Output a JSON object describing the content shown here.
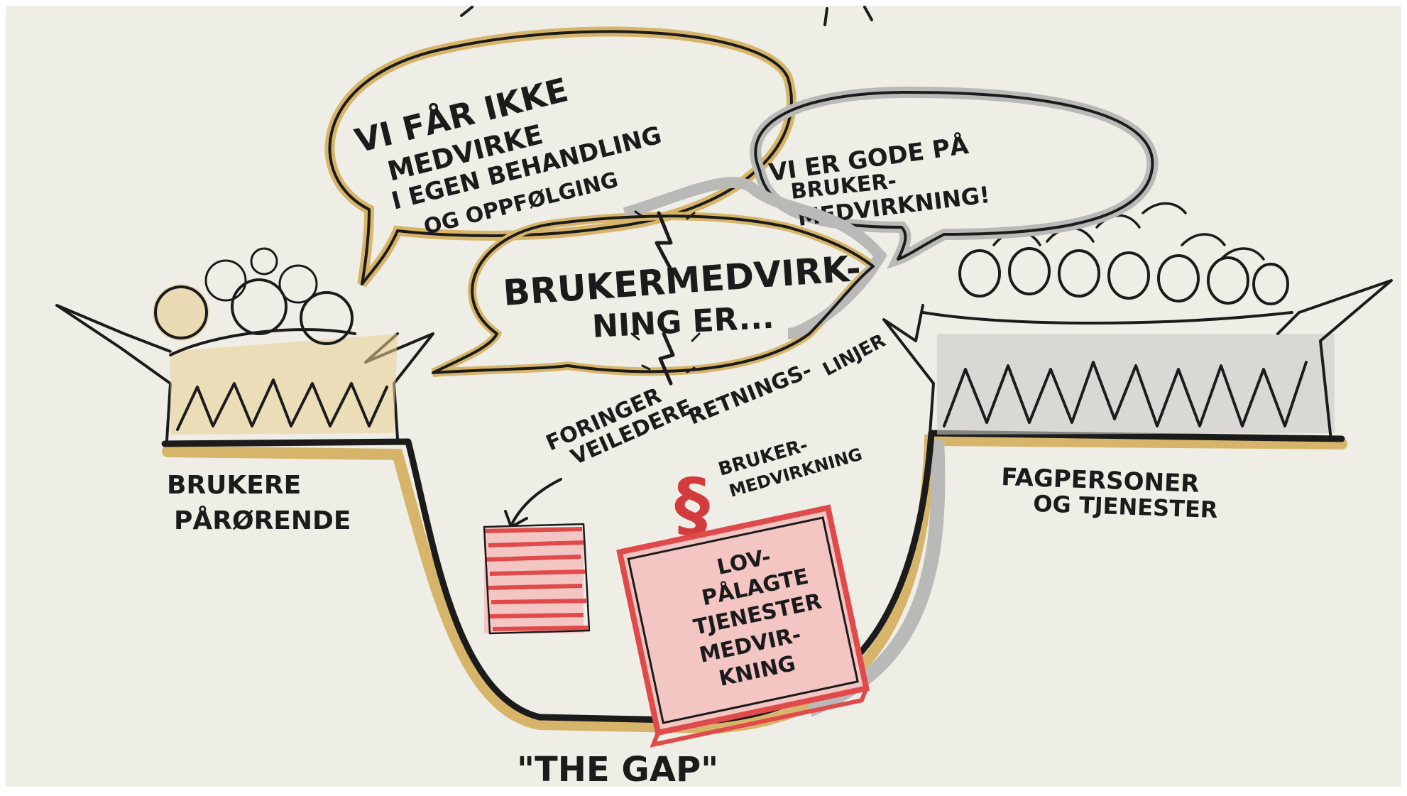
{
  "bubbles": {
    "users_complaint": [
      "VI FÅR IKKE",
      "MEDVIRKE",
      "I EGEN BEHANDLING",
      "OG OPPFØLGING"
    ],
    "professionals_claim": [
      "VI ER GODE PÅ",
      "BRUKER-",
      "MEDVIRKNING!"
    ],
    "center": [
      "BRUKERMEDVIRK-",
      "NING ER..."
    ]
  },
  "sides": {
    "left": [
      "BRUKERE",
      "PÅRØRENDE"
    ],
    "right": [
      "FAGPERSONER",
      "OG TJENESTER"
    ]
  },
  "gap": {
    "guidelines": [
      "FORINGER",
      "VEILEDERE,",
      "RETNINGS-",
      "LINJER"
    ],
    "law_symbol": "§",
    "law_label": [
      "BRUKER-",
      "MEDVIRKNING"
    ],
    "book": [
      "LOV-",
      "PÅLAGTE",
      "TJENESTER",
      "MEDVIR-",
      "KNING"
    ],
    "caption": "\"THE GAP\""
  },
  "colors": {
    "paper": "#efeee6",
    "ink": "#1b1b1b",
    "gold": "#d6b56a",
    "grey": "#b9bab8",
    "red": "#e04a4a",
    "pink": "#f3c6c4"
  }
}
